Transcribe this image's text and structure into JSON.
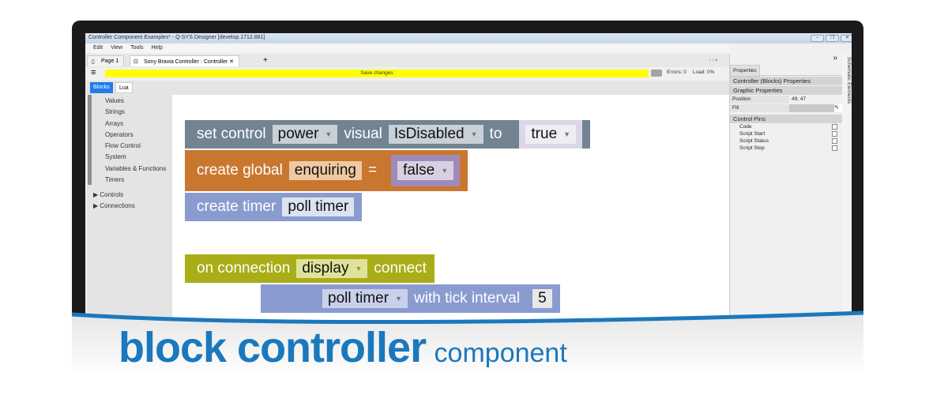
{
  "window": {
    "title": "Controller Component Examples* - Q-SYS Designer [develop.1712.881]"
  },
  "menu": [
    "Edit",
    "View",
    "Tools",
    "Help"
  ],
  "tabs": [
    {
      "label": "Page 1"
    },
    {
      "label": "Sony Bravia Controller : Controller"
    }
  ],
  "toolbar": {
    "save_label": "Save changes",
    "errors": "Errors: 0",
    "load": "Load: 0%"
  },
  "subtabs": [
    "Blocks",
    "Lua"
  ],
  "sidebar": {
    "categories": [
      "Values",
      "Strings",
      "Arrays",
      "Operators",
      "Flow Control",
      "System",
      "Variables & Functions",
      "Timers"
    ],
    "tree": [
      "Controls",
      "Connections"
    ]
  },
  "blocks": {
    "set_control": {
      "prefix": "set control",
      "control": "power",
      "visual_label": "visual",
      "visual": "IsDisabled",
      "to": "to",
      "value": "true"
    },
    "create_global": {
      "prefix": "create global",
      "name": "enquiring",
      "eq": "=",
      "value": "false"
    },
    "create_timer": {
      "prefix": "create timer",
      "name": "poll timer"
    },
    "on_connection": {
      "prefix": "on connection",
      "name": "display",
      "event": "connect"
    },
    "start_timer": {
      "name": "poll timer",
      "label": "with tick interval",
      "value": "5"
    }
  },
  "properties": {
    "tab": "Properties",
    "title": "Controller (Blocks) Properties",
    "graphic": "Graphic Properties",
    "position_label": "Position",
    "position_value": "49, 47",
    "fill_label": "Fill",
    "pins_title": "Control Pins",
    "pins": [
      "Code",
      "Script Start",
      "Script Status",
      "Script Stop"
    ],
    "side_tab": "Schematic Elements"
  },
  "headline": {
    "bold": "block controller",
    "light": "component"
  },
  "colors": {
    "accent": "#1b78bd",
    "set": "#728392",
    "global": "#c9772f",
    "timer": "#8a9bd0",
    "event": "#a9ad18"
  }
}
